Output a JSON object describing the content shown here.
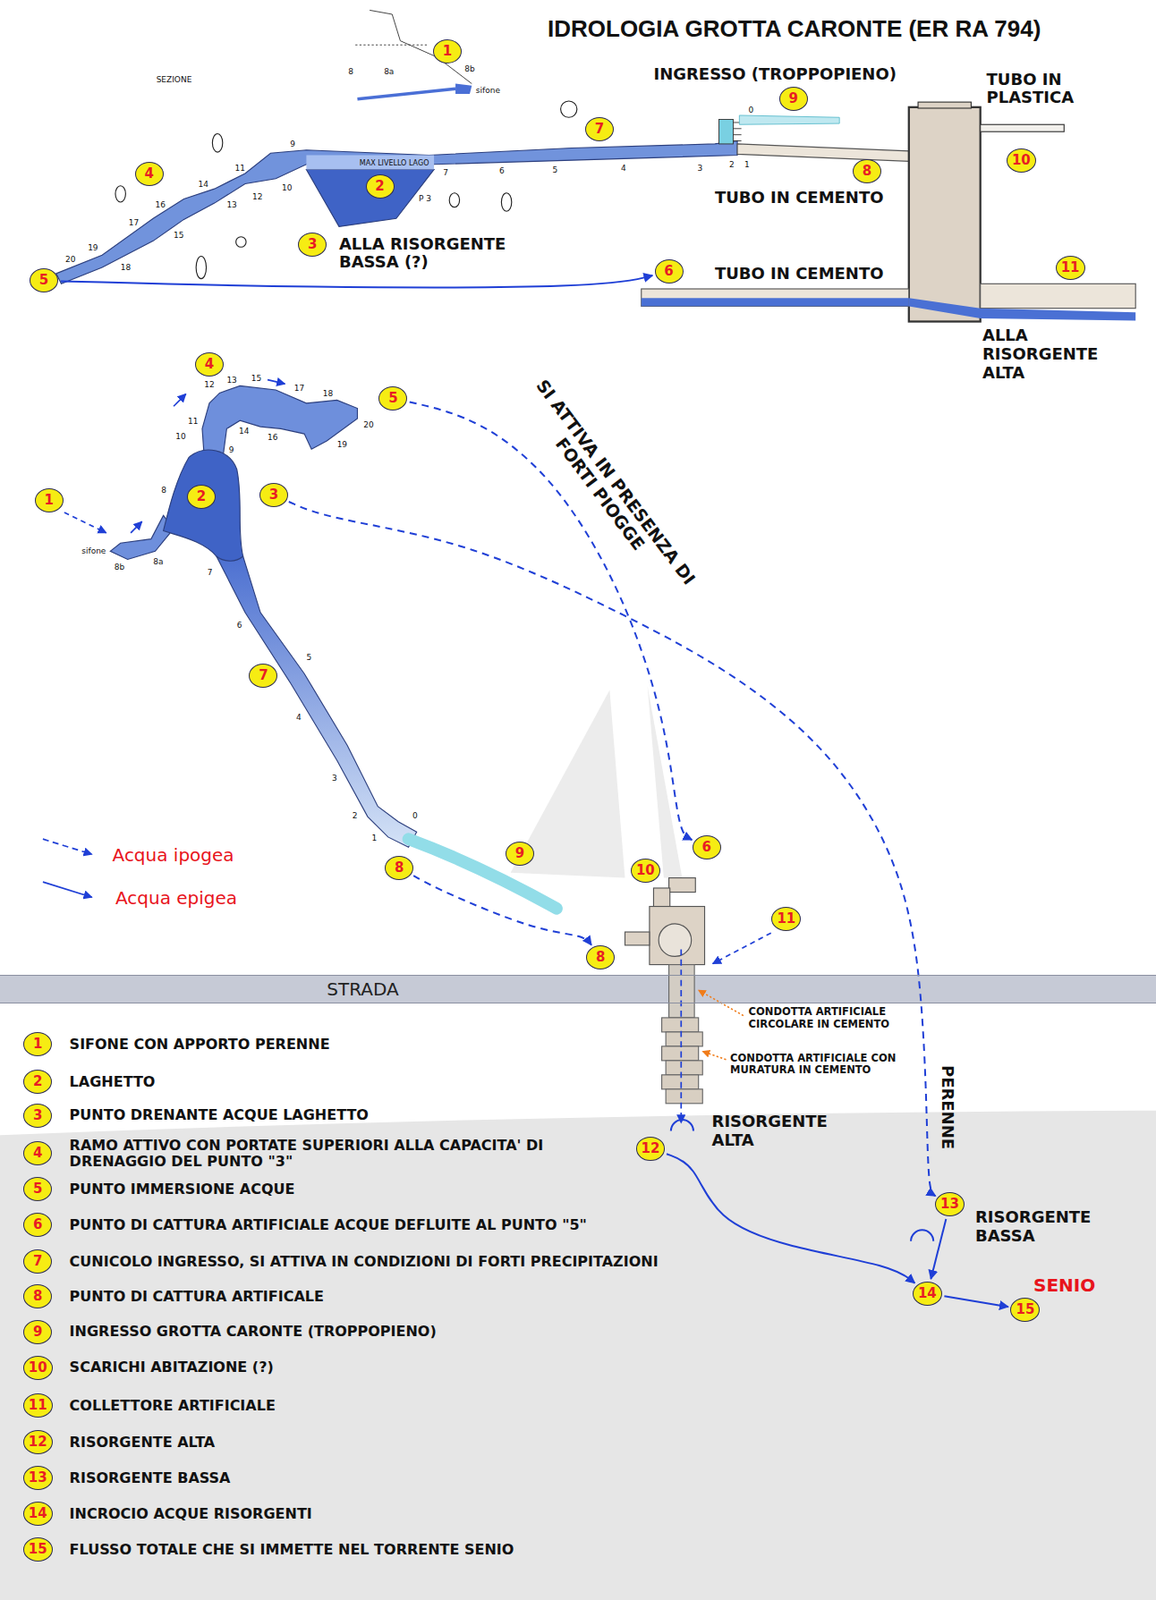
{
  "diagram": {
    "title": "IDROLOGIA GROTTA CARONTE (ER RA 794)",
    "nodes": [
      {
        "text": [
          "1"
        ]
      },
      {
        "text": [
          "9"
        ]
      },
      {
        "text": [
          "7"
        ]
      },
      {
        "text": [
          "10"
        ]
      },
      {
        "text": [
          "4"
        ]
      },
      {
        "text": [
          "8"
        ]
      },
      {
        "text": [
          "2"
        ]
      },
      {
        "text": [
          "3"
        ]
      },
      {
        "text": [
          "6"
        ]
      },
      {
        "text": [
          "11"
        ]
      },
      {
        "text": [
          "5"
        ]
      },
      {
        "text": [
          "4"
        ]
      },
      {
        "text": [
          "5"
        ]
      },
      {
        "text": [
          "1"
        ]
      },
      {
        "text": [
          "2"
        ]
      },
      {
        "text": [
          "3"
        ]
      },
      {
        "text": [
          "7"
        ]
      },
      {
        "text": [
          "9"
        ]
      },
      {
        "text": [
          "8"
        ]
      },
      {
        "text": [
          "10"
        ]
      },
      {
        "text": [
          "6"
        ]
      },
      {
        "text": [
          "11"
        ]
      },
      {
        "text": [
          "8"
        ]
      },
      {
        "text": [
          "STRADA"
        ]
      },
      {
        "text": [
          "12"
        ]
      },
      {
        "text": [
          "13"
        ]
      },
      {
        "text": [
          "14"
        ]
      },
      {
        "text": [
          "15"
        ]
      },
      {
        "text": [
          "1"
        ]
      },
      {
        "text": [
          "2"
        ]
      },
      {
        "text": [
          "3"
        ]
      },
      {
        "text": [
          "4"
        ]
      },
      {
        "text": [
          "5"
        ]
      },
      {
        "text": [
          "6"
        ]
      },
      {
        "text": [
          "7"
        ]
      },
      {
        "text": [
          "8"
        ]
      },
      {
        "text": [
          "9"
        ]
      },
      {
        "text": [
          "10"
        ]
      },
      {
        "text": [
          "11"
        ]
      },
      {
        "text": [
          "12"
        ]
      },
      {
        "text": [
          "13"
        ]
      },
      {
        "text": [
          "14"
        ]
      },
      {
        "text": [
          "15"
        ]
      }
    ],
    "edges": [
      {
        "from": 10,
        "to": 8,
        "arrow": "to"
      },
      {
        "from": 12,
        "to": 20,
        "arrow": "to"
      },
      {
        "from": 15,
        "to": 25,
        "arrow": "to"
      },
      {
        "from": 18,
        "to": 22,
        "arrow": "to"
      },
      {
        "from": 24,
        "to": 26,
        "arrow": "to"
      },
      {
        "from": 25,
        "to": 26,
        "arrow": "to"
      },
      {
        "from": 26,
        "to": 27,
        "arrow": "to"
      }
    ],
    "labels": [
      "SEZIONE",
      "8",
      "8a",
      "8b",
      "sifone",
      "INGRESSO (TROPPOPIENO)",
      "TUBO IN PLASTICA",
      "0",
      "1",
      "2",
      "3",
      "4",
      "5",
      "6",
      "7",
      "MAX LIVELLO LAGO",
      "9",
      "10",
      "11",
      "12",
      "13",
      "14",
      "15",
      "16",
      "17",
      "18",
      "19",
      "20",
      "P 3",
      "TUBO IN CEMENTO",
      "ALLA RISORGENTE BASSA (?)",
      "TUBO IN CEMENTO",
      "ALLA RISORGENTE ALTA",
      "12",
      "13",
      "11",
      "10",
      "9",
      "14",
      "15",
      "16",
      "17",
      "18",
      "19",
      "20",
      "8",
      "sifone",
      "8b",
      "8a",
      "7",
      "6",
      "5",
      "4",
      "3",
      "2",
      "1",
      "0",
      "SI ATTIVA IN PRESENZA DI FORTI PIOGGE",
      "CONDOTTA ARTIFICIALE CIRCOLARE IN CEMENTO",
      "CONDOTTA ARTIFICIALE CON MURATURA IN CEMENTO",
      "PERENNE",
      "RISORGENTE ALTA",
      "RISORGENTE BASSA",
      "SENIO",
      "SIFONE CON APPORTO PERENNE",
      "LAGHETTO",
      "PUNTO DRENANTE ACQUE LAGHETTO",
      "RAMO ATTIVO CON PORTATE SUPERIORI ALLA CAPACITA' DI DRENAGGIO DEL PUNTO \"3\"",
      "PUNTO IMMERSIONE ACQUE",
      "PUNTO DI CATTURA ARTIFICIALE ACQUE DEFLUITE AL PUNTO \"5\"",
      "CUNICOLO INGRESSO, SI ATTIVA IN CONDIZIONI DI FORTI PRECIPITAZIONI",
      "PUNTO DI CATTURA ARTIFICALE",
      "INGRESSO GROTTA CARONTE (TROPPOPIENO)",
      "SCARICHI ABITAZIONE (?)",
      "COLLETTORE ARTIFICIALE",
      "RISORGENTE ALTA",
      "RISORGENTE BASSA",
      "INCROCIO ACQUE RISORGENTI",
      "FLUSSO TOTALE CHE SI IMMETTE NEL TORRENTE SENIO"
    ],
    "legend": [
      {
        "text": "Acqua ipogea"
      },
      {
        "text": "Acqua epigea"
      }
    ]
  }
}
